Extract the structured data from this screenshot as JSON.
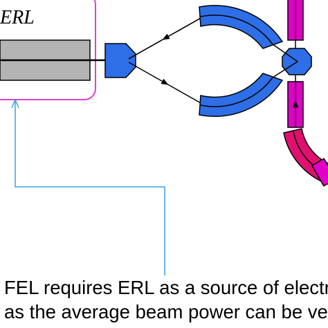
{
  "diagram": {
    "erl_label": "ERL",
    "caption_lines": [
      "FEL requires ERL as a source of electro",
      "as the average beam power can be ver"
    ],
    "colors": {
      "frame_magenta": "#e040d0",
      "pipe_gray": "#b4b4b4",
      "magnet_blue": "#2e6ee6",
      "beamline_magenta": "#e000c8",
      "dipole_pink": "#e0106e",
      "connector_blue": "#3fa0e0",
      "beam_black": "#000000"
    }
  }
}
